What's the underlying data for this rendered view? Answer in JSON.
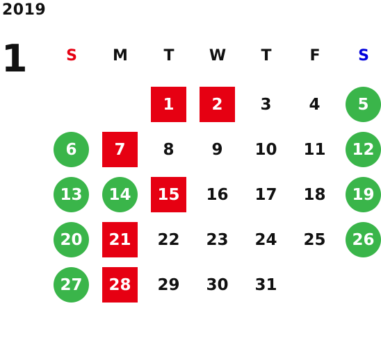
{
  "calendar": {
    "year": "2019",
    "month": "1",
    "weekdays": [
      {
        "label": "S",
        "color": "#e60012"
      },
      {
        "label": "M",
        "color": "#111111"
      },
      {
        "label": "T",
        "color": "#111111"
      },
      {
        "label": "W",
        "color": "#111111"
      },
      {
        "label": "T",
        "color": "#111111"
      },
      {
        "label": "F",
        "color": "#111111"
      },
      {
        "label": "S",
        "color": "#0000dd"
      }
    ],
    "colors": {
      "green_marker": "#3ab54a",
      "red_marker": "#e60012"
    },
    "weeks": [
      [
        {
          "day": "",
          "mark": "none"
        },
        {
          "day": "",
          "mark": "none"
        },
        {
          "day": "1",
          "mark": "red"
        },
        {
          "day": "2",
          "mark": "red"
        },
        {
          "day": "3",
          "mark": "none"
        },
        {
          "day": "4",
          "mark": "none"
        },
        {
          "day": "5",
          "mark": "green"
        }
      ],
      [
        {
          "day": "6",
          "mark": "green"
        },
        {
          "day": "7",
          "mark": "red"
        },
        {
          "day": "8",
          "mark": "none"
        },
        {
          "day": "9",
          "mark": "none"
        },
        {
          "day": "10",
          "mark": "none"
        },
        {
          "day": "11",
          "mark": "none"
        },
        {
          "day": "12",
          "mark": "green"
        }
      ],
      [
        {
          "day": "13",
          "mark": "green"
        },
        {
          "day": "14",
          "mark": "green"
        },
        {
          "day": "15",
          "mark": "red"
        },
        {
          "day": "16",
          "mark": "none"
        },
        {
          "day": "17",
          "mark": "none"
        },
        {
          "day": "18",
          "mark": "none"
        },
        {
          "day": "19",
          "mark": "green"
        }
      ],
      [
        {
          "day": "20",
          "mark": "green"
        },
        {
          "day": "21",
          "mark": "red"
        },
        {
          "day": "22",
          "mark": "none"
        },
        {
          "day": "23",
          "mark": "none"
        },
        {
          "day": "24",
          "mark": "none"
        },
        {
          "day": "25",
          "mark": "none"
        },
        {
          "day": "26",
          "mark": "green"
        }
      ],
      [
        {
          "day": "27",
          "mark": "green"
        },
        {
          "day": "28",
          "mark": "red"
        },
        {
          "day": "29",
          "mark": "none"
        },
        {
          "day": "30",
          "mark": "none"
        },
        {
          "day": "31",
          "mark": "none"
        },
        {
          "day": "",
          "mark": "none"
        },
        {
          "day": "",
          "mark": "none"
        }
      ]
    ]
  }
}
